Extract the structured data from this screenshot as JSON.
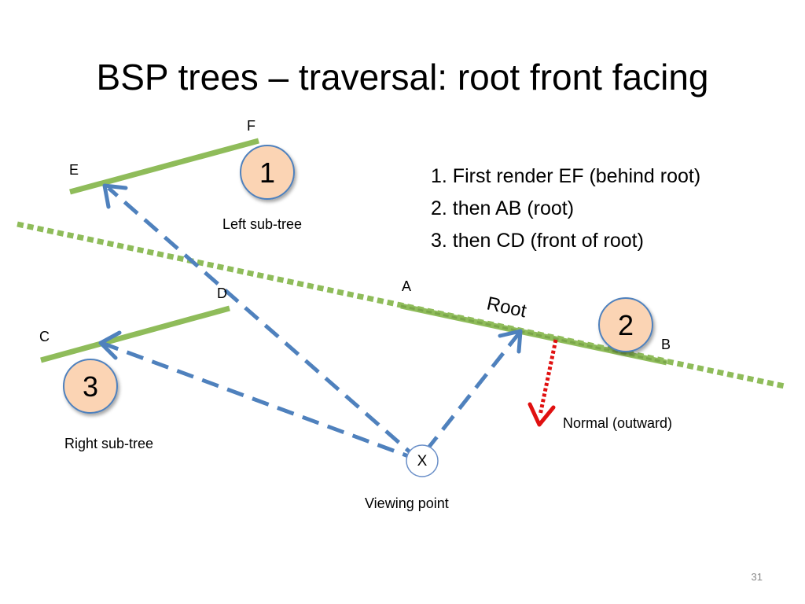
{
  "title": "BSP trees – traversal: root front facing",
  "steps": [
    "1. First render EF (behind root)",
    "2. then AB (root)",
    "3. then CD (front of root)"
  ],
  "labels": {
    "E": "E",
    "F": "F",
    "A": "A",
    "B": "B",
    "C": "C",
    "D": "D",
    "root": "Root",
    "left_subtree": "Left sub-tree",
    "right_subtree": "Right sub-tree",
    "viewing_point": "Viewing point",
    "viewer_mark": "X",
    "normal": "Normal (outward)"
  },
  "badges": [
    "1",
    "2",
    "3"
  ],
  "page_number": "31",
  "colors": {
    "segment": "#8fbc5a",
    "ray": "#4f81bd",
    "normal": "#e01010",
    "badge_fill": "#fbd4b4",
    "badge_stroke": "#4f81bd"
  }
}
